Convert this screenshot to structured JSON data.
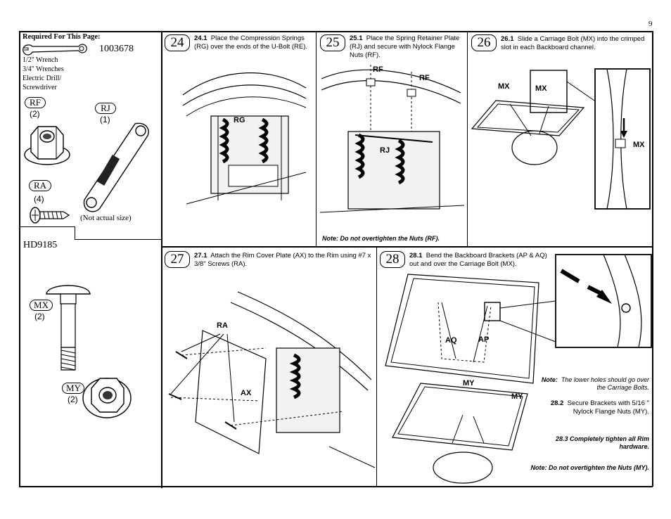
{
  "page_number": "9",
  "required": {
    "title": "Required For This Page:",
    "part_number": "1003678",
    "tools": [
      "1/2\" Wrench",
      "3/4\" Wrenches",
      "Electric Drill/",
      "Screwdriver"
    ],
    "not_actual_size": "(Not actual size)",
    "model": "HD9185"
  },
  "parts": {
    "rf": {
      "label": "RF",
      "qty": "(2)"
    },
    "rj": {
      "label": "RJ",
      "qty": "(1)"
    },
    "ra": {
      "label": "RA",
      "qty": "(4)"
    },
    "mx": {
      "label": "MX",
      "qty": "(2)"
    },
    "my": {
      "label": "MY",
      "qty": "(2)"
    }
  },
  "steps": {
    "s24": {
      "num": "24",
      "sub": "24.1",
      "text": "Place the Compression Springs (RG) over the ends of the U-Bolt (RE).",
      "callout_rg": "RG"
    },
    "s25": {
      "num": "25",
      "sub": "25.1",
      "text": "Place the Spring Retainer Plate (RJ) and secure with Nylock Flange Nuts (RF).",
      "callout_rf1": "RF",
      "callout_rf2": "RF",
      "callout_rj": "RJ",
      "note": "Note:  Do not overtighten the Nuts (RF)."
    },
    "s26": {
      "num": "26",
      "sub": "26.1",
      "text": "Slide a Carriage Bolt (MX) into the crimped slot in each Backboard channel.",
      "callout_mx1": "MX",
      "callout_mx2": "MX",
      "callout_mx3": "MX"
    },
    "s27": {
      "num": "27",
      "sub": "27.1",
      "text": "Attach the Rim Cover Plate (AX) to the Rim using #7 x 3/8\" Screws (RA).",
      "callout_ra": "RA",
      "callout_ax": "AX"
    },
    "s28": {
      "num": "28",
      "sub": "28.1",
      "text": "Bend the Backboard Brackets (AP & AQ) out and over the Carriage Bolt (MX).",
      "callout_aq": "AQ",
      "callout_ap": "AP",
      "callout_my1": "MY",
      "callout_my2": "MY",
      "note1_label": "Note:",
      "note1_text": "The lower holes should go over the Carriage Bolts.",
      "sub2": "28.2",
      "text2": "Secure Brackets with 5/16 \" Nylock Flange Nuts (MY).",
      "sub3_text": "28.3  Completely tighten all Rim hardware.",
      "note2": "Note:  Do not overtighten the Nuts (MY)."
    }
  }
}
